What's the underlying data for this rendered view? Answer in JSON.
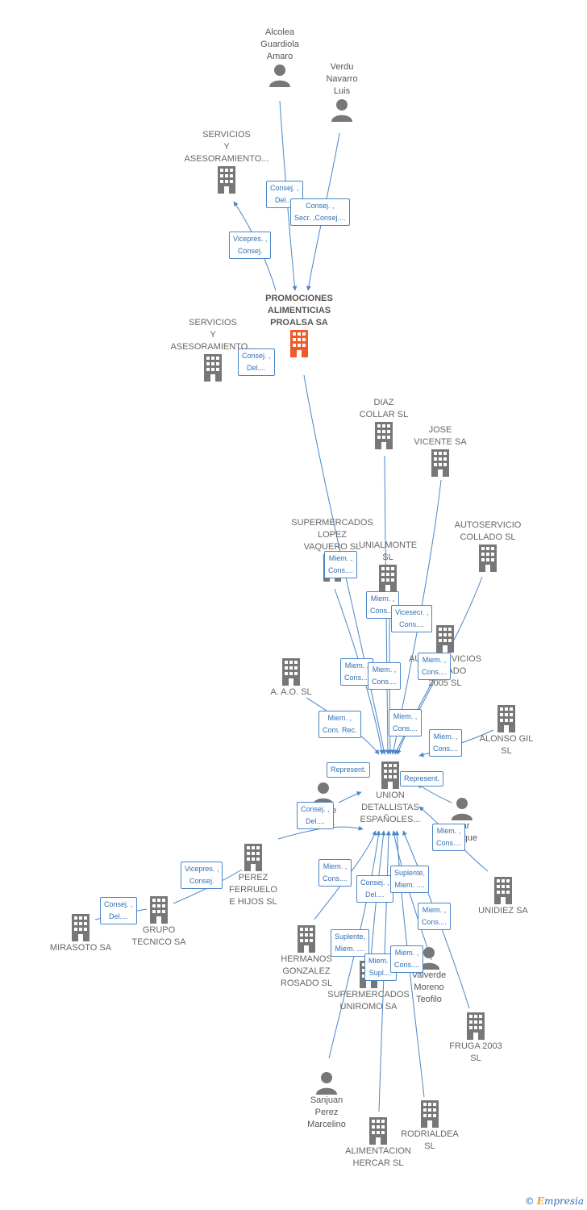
{
  "colors": {
    "edge": "#4a86c8",
    "node": "#777777",
    "focus": "#f05a28",
    "label_border": "#4a86c8",
    "label_text": "#2f6fb6"
  },
  "nodes": [
    {
      "id": "alcolea",
      "type": "person",
      "label": "Alcolea\nGuardiola\nAmaro"
    },
    {
      "id": "verdu",
      "type": "person",
      "label": "Verdu\nNavarro\nLuis"
    },
    {
      "id": "servicios1",
      "type": "company",
      "label": "SERVICIOS\nY\nASESORAMIENTO..."
    },
    {
      "id": "proalsa",
      "type": "focus",
      "label": "PROMOCIONES\nALIMENTICIAS\nPROALSA SA"
    },
    {
      "id": "servicios2",
      "type": "company",
      "label": "SERVICIOS\nY\nASESORAMIENTO..."
    },
    {
      "id": "diaz",
      "type": "company",
      "label": "DIAZ\nCOLLAR SL"
    },
    {
      "id": "jose",
      "type": "company",
      "label": "JOSE\nVICENTE SA"
    },
    {
      "id": "lopez",
      "type": "company",
      "label": "SUPERMERCADOS\nLOPEZ\nVAQUERO SL"
    },
    {
      "id": "unialmonte",
      "type": "company",
      "label": "UNIALMONTE\nSL"
    },
    {
      "id": "collado",
      "type": "company",
      "label": "AUTOSERVICIO\nCOLLADO SL"
    },
    {
      "id": "auto2005",
      "type": "company",
      "label": "AUTOSERVICIOS\nCOLLADO\n2005 SL"
    },
    {
      "id": "aao",
      "type": "company",
      "label": "A. A.O. SL"
    },
    {
      "id": "alonso",
      "type": "company",
      "label": "ALONSO GIL\nSL"
    },
    {
      "id": "union",
      "type": "company",
      "label": "UNION\nDETALLISTAS\nESPAÑOLES..."
    },
    {
      "id": "p_jose_maria",
      "type": "person",
      "label": "...Jose\nMaria"
    },
    {
      "id": "p_enrique",
      "type": "person",
      "label": "...ar\nEnrique"
    },
    {
      "id": "perez_ferruelo",
      "type": "company",
      "label": "PEREZ\nFERRUELO\nE HIJOS SL"
    },
    {
      "id": "grupo",
      "type": "company",
      "label": "GRUPO\nTECNICO SA"
    },
    {
      "id": "mirasoto",
      "type": "company",
      "label": "MIRASOTO SA"
    },
    {
      "id": "unidiez",
      "type": "company",
      "label": "UNIDIEZ SA"
    },
    {
      "id": "hermanos",
      "type": "company",
      "label": "HERMANOS\nGONZALEZ\nROSADO SL"
    },
    {
      "id": "uniromo",
      "type": "company",
      "label": "SUPERMERCADOS\nUNIROMO SA"
    },
    {
      "id": "valverde",
      "type": "person",
      "label": "Valverde\nMoreno\nTeofilo"
    },
    {
      "id": "fruga",
      "type": "company",
      "label": "FRUGA 2003\nSL"
    },
    {
      "id": "sanjuan",
      "type": "person",
      "label": "Sanjuan\nPerez\nMarcelino"
    },
    {
      "id": "rodrialdea",
      "type": "company",
      "label": "RODRIALDEA\nSL"
    },
    {
      "id": "hercar",
      "type": "company",
      "label": "ALIMENTACION\nHERCAR SL"
    }
  ],
  "relations": [
    {
      "label": "Consej. ,\nDel...."
    },
    {
      "label": "Consej. ,\nSecr. ,Consej...."
    },
    {
      "label": "Vicepres. ,\nConsej."
    },
    {
      "label": "Consej. ,\nDel...."
    },
    {
      "label": "Miem. ,\nCons...."
    },
    {
      "label": "Miem. ,\nCons...."
    },
    {
      "label": "Vicesecr. ,\nCons...."
    },
    {
      "label": "Miem. ,\nCons...."
    },
    {
      "label": "Miem. ,\nCons...."
    },
    {
      "label": "Miem. ,\nCons...."
    },
    {
      "label": "Miem. ,\nCom. Rec."
    },
    {
      "label": "Miem. ,\nCons...."
    },
    {
      "label": "Miem. ,\nCons...."
    },
    {
      "label": "Represent."
    },
    {
      "label": "Represent."
    },
    {
      "label": "Consej. ,\nDel...."
    },
    {
      "label": "Miem. ,\nCons...."
    },
    {
      "label": "Vicepres. ,\nConsej."
    },
    {
      "label": "Consej. ,\nDel...."
    },
    {
      "label": "Miem. ,\nCons...."
    },
    {
      "label": "Consej. ,\nDel...."
    },
    {
      "label": "Suplente,\nMiem. ...."
    },
    {
      "label": "Miem. ,\nCons...."
    },
    {
      "label": "Suplente,\nMiem. ...."
    },
    {
      "label": "Miem. ,\nSupl...."
    },
    {
      "label": "Miem. ,\nCons...."
    }
  ],
  "footer": {
    "copyright": "©",
    "brand_initial": "E",
    "brand_rest": "mpresia"
  }
}
